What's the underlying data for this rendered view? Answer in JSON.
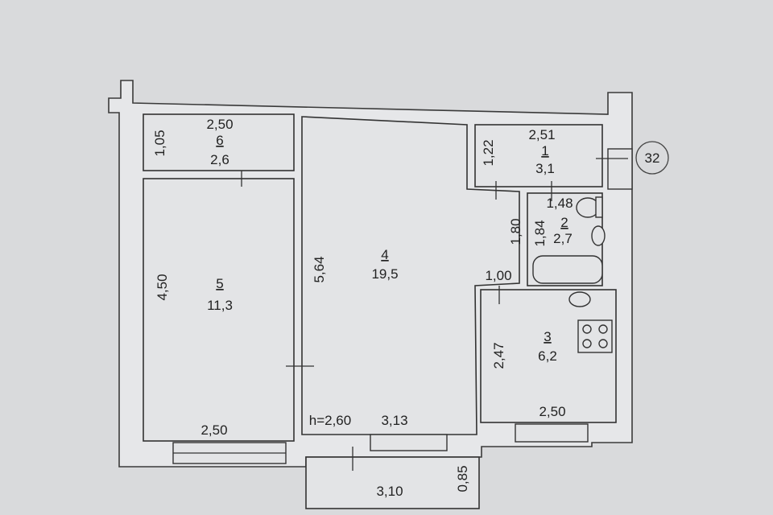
{
  "plan": {
    "apartment_number": "32",
    "ceiling_height": "h=2,60",
    "rooms": [
      {
        "number": "1",
        "area": "3,1",
        "width": "2,51",
        "length": "1,22"
      },
      {
        "number": "2",
        "area": "2,7",
        "width": "1,48",
        "length": "1,84"
      },
      {
        "number": "3",
        "area": "6,2",
        "width": "2,50",
        "length": "2,47"
      },
      {
        "number": "4",
        "area": "19,5",
        "width": "3,13",
        "length": "5,64"
      },
      {
        "number": "5",
        "area": "11,3",
        "width": "2,50",
        "length": "4,50"
      },
      {
        "number": "6",
        "area": "2,6",
        "width": "2,50",
        "length": "1,05"
      }
    ],
    "corridor": {
      "length": "1,80",
      "width": "1,00"
    },
    "balcony": {
      "width": "3,10",
      "depth": "0,85"
    }
  }
}
